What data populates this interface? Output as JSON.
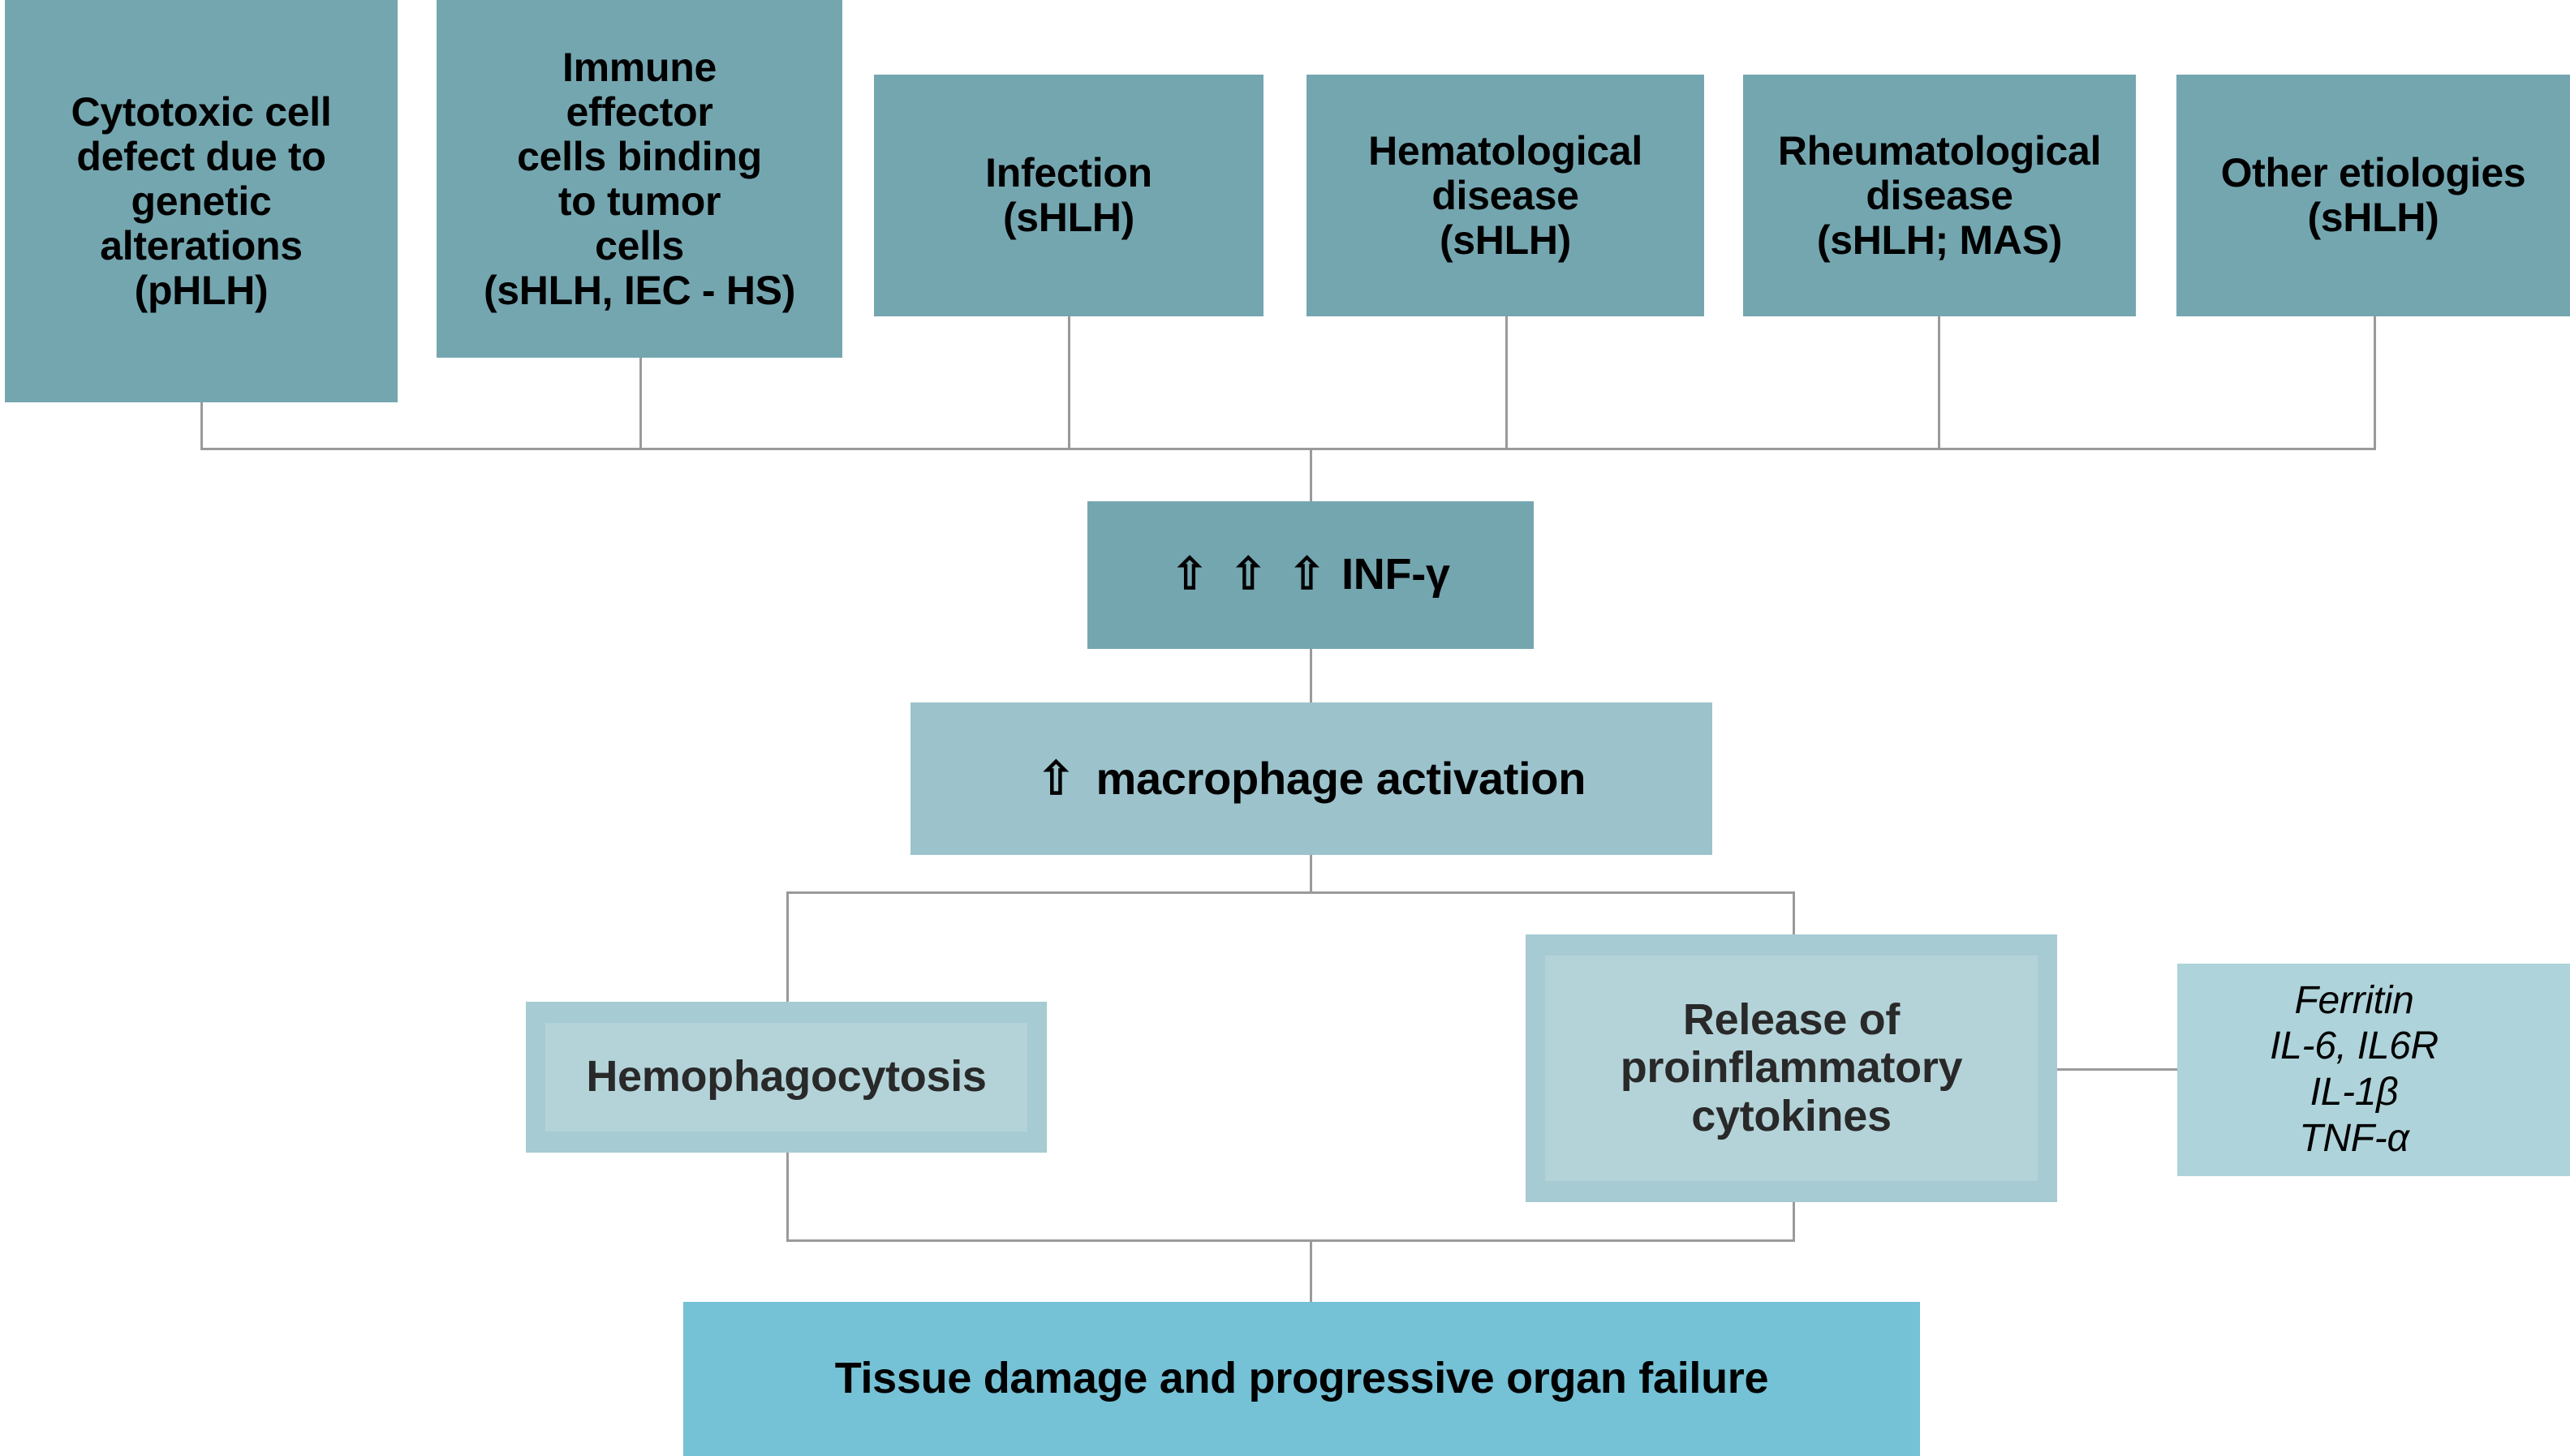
{
  "diagram": {
    "title": "HLH pathophysiology flowchart",
    "colors": {
      "top_row_fill": "#74a6b0",
      "inf_gamma_fill": "#74a6b0",
      "macrophage_fill": "#9cc3cc",
      "hemophagocytosis_fill": "#a6cbd2",
      "cytokines_fill": "#a6cbd2",
      "cytokine_list_fill": "#aed3da",
      "outcome_fill": "#75c1d6",
      "connector": "#9a9a9a",
      "text": "#000000"
    },
    "triggers": [
      {
        "id": "cytotoxic-cell-defect",
        "lines": [
          "Cytotoxic cell",
          "defect due to",
          "genetic",
          "alterations",
          "(pHLH)"
        ]
      },
      {
        "id": "immune-effector-cells",
        "lines": [
          "Immune",
          "effector",
          "cells binding",
          "to tumor",
          "cells",
          "(sHLH, IEC - HS)"
        ]
      },
      {
        "id": "infection",
        "lines": [
          "Infection",
          "(sHLH)"
        ]
      },
      {
        "id": "hematological-disease",
        "lines": [
          "Hematological",
          "disease",
          "(sHLH)"
        ]
      },
      {
        "id": "rheumatological-disease",
        "lines": [
          "Rheumatological",
          "disease",
          "(sHLH; MAS)"
        ]
      },
      {
        "id": "other-etiologies",
        "lines": [
          "Other etiologies",
          "(sHLH)"
        ]
      }
    ],
    "inf_gamma": {
      "arrows": "⇧ ⇧ ⇧",
      "label": "INF-γ"
    },
    "macrophage": {
      "arrows": "⇧",
      "label": "macrophage activation"
    },
    "hemophagocytosis": {
      "label": "Hemophagocytosis"
    },
    "cytokines": {
      "lines": [
        "Release of",
        "proinflammatory",
        "cytokines"
      ]
    },
    "cytokine_list": {
      "lines": [
        "Ferritin",
        "IL-6, IL6R",
        "IL-1β",
        "TNF-α"
      ]
    },
    "outcome": {
      "label": "Tissue damage and progressive organ failure"
    }
  }
}
